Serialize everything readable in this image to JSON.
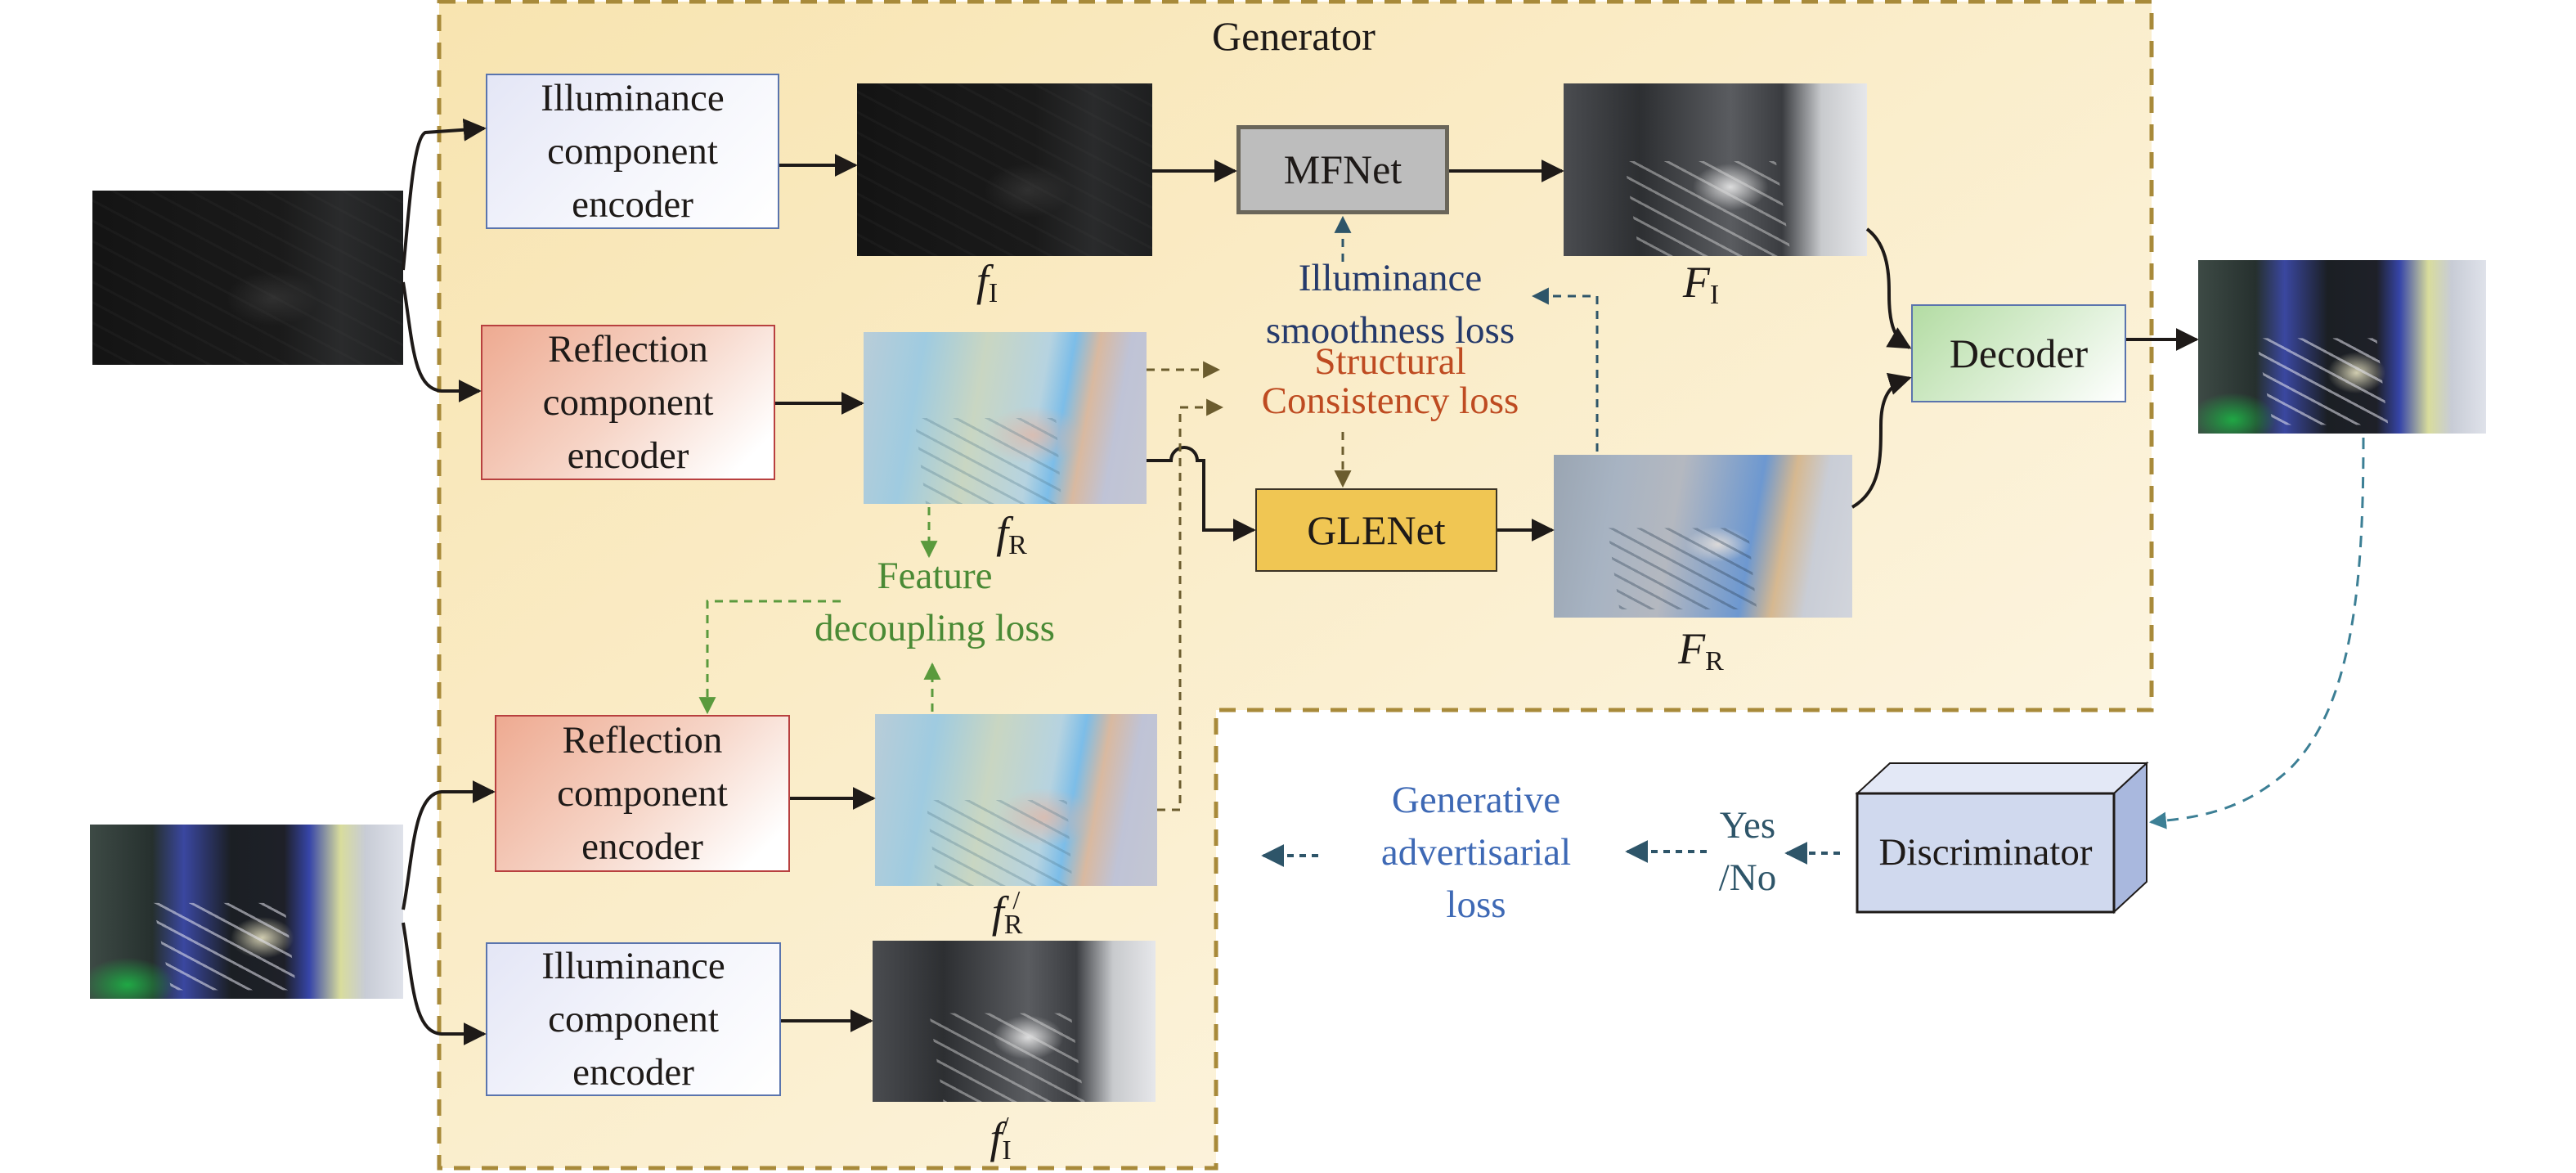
{
  "diagram": {
    "generator": {
      "title": "Generator"
    },
    "top_branch": {
      "illuminance_encoder": [
        "Illuminance",
        "component",
        "encoder"
      ],
      "reflection_encoder": [
        "Reflection",
        "component",
        "encoder"
      ],
      "f_I_label": {
        "base": "f",
        "sub": "I"
      },
      "f_R_label": {
        "base": "f",
        "sub": "R"
      },
      "mfnet": "MFNet",
      "glenet": "GLENet",
      "F_I_label": {
        "base": "F",
        "sub": "I"
      },
      "F_R_label": {
        "base": "F",
        "sub": "R"
      },
      "decoder": "Decoder"
    },
    "bottom_branch": {
      "reflection_encoder": [
        "Reflection",
        "component",
        "encoder"
      ],
      "illuminance_encoder": [
        "Illuminance",
        "component",
        "encoder"
      ],
      "f_R_prime_label": {
        "base": "f",
        "sub": "R",
        "prime": "/"
      },
      "f_I_prime_label": {
        "base": "f",
        "sub": "I",
        "prime": "/"
      }
    },
    "losses": {
      "illuminance_smoothness": [
        "Illuminance",
        "smoothness loss"
      ],
      "structural_consistency": [
        "Structural",
        "Consistency loss"
      ],
      "feature_decoupling": [
        "Feature",
        "decoupling loss"
      ],
      "generative_adversarial": [
        "Generative",
        "advertisarial",
        "loss"
      ]
    },
    "discriminator": {
      "label": "Discriminator",
      "output": [
        "Yes",
        "/No"
      ]
    },
    "images": {
      "low_light_input": "low-light-input-image",
      "normal_light_input": "normal-light-input-image",
      "enhanced_output": "enhanced-output-image"
    },
    "colors": {
      "frame_border": "#a88a3a",
      "frame_fill_start": "#f8e6b6",
      "frame_fill_end": "#fdf7e6",
      "arrow_solid": "#1e1a18",
      "arrow_teal": "#2e5569",
      "arrow_olive": "#6b5c2e",
      "arrow_green": "#5a9a3d",
      "arrow_disc": "#3c7f95"
    }
  }
}
